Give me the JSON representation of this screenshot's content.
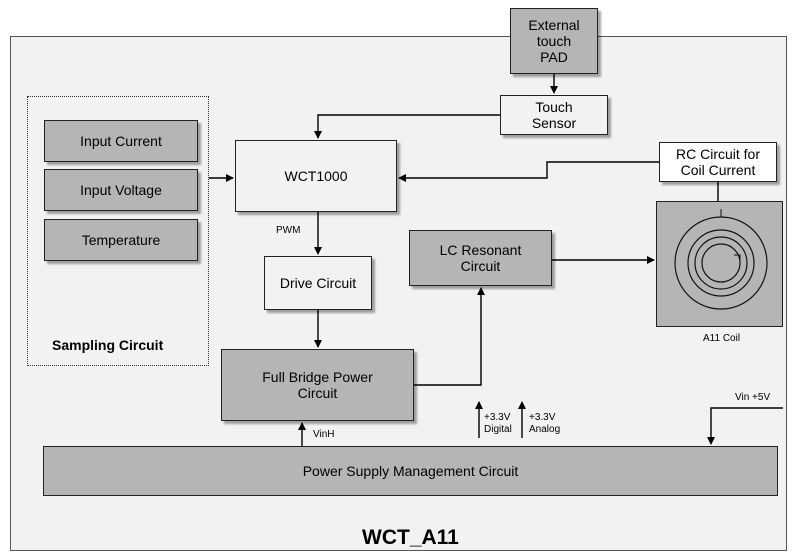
{
  "blocks": {
    "external_pad": "External\ntouch\nPAD",
    "touch_sensor": "Touch\nSensor",
    "wct1000": "WCT1000",
    "rc_circuit": "RC Circuit for\nCoil Current",
    "input_current": "Input Current",
    "input_voltage": "Input Voltage",
    "temperature": "Temperature",
    "drive_circuit": "Drive Circuit",
    "lc_resonant": "LC Resonant\nCircuit",
    "full_bridge": "Full Bridge Power\nCircuit",
    "power_supply": "Power Supply Management Circuit"
  },
  "labels": {
    "sampling_circuit": "Sampling Circuit",
    "pwm": "PWM",
    "a11_coil": "A11 Coil",
    "vinh": "VinH",
    "digital_3v3": "+3.3V\nDigital",
    "analog_3v3": "+3.3V\nAnalog",
    "vin_5v": "Vin +5V",
    "diagram_title": "WCT_A11"
  },
  "colors": {
    "block_dark": "#b5b5b5",
    "block_light": "#f2f2f2",
    "frame_bg": "#f2f2f2"
  }
}
